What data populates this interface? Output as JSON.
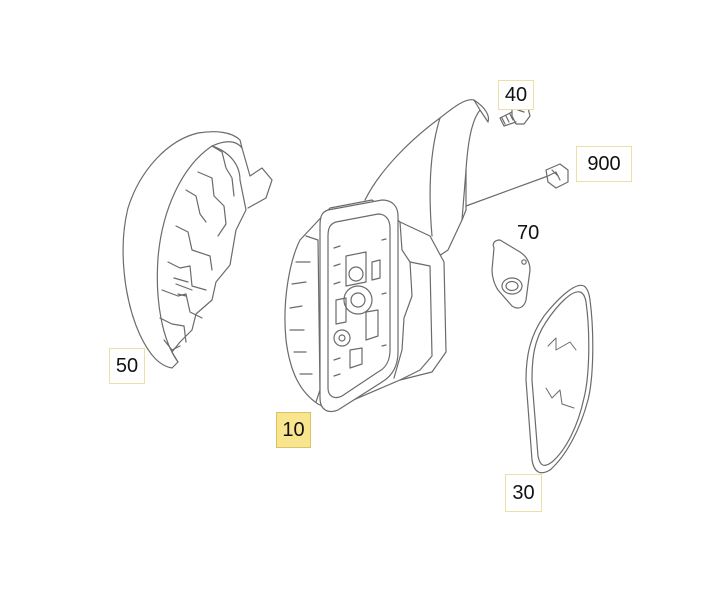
{
  "callouts": [
    {
      "id": "10",
      "label": "10",
      "selected": true
    },
    {
      "id": "30",
      "label": "30",
      "selected": false
    },
    {
      "id": "40",
      "label": "40",
      "selected": false
    },
    {
      "id": "50",
      "label": "50",
      "selected": false
    },
    {
      "id": "70",
      "label": "70",
      "selected": false
    },
    {
      "id": "900",
      "label": "900",
      "selected": false
    }
  ],
  "colors": {
    "stroke": "#6b6b6b",
    "fill": "#ffffff",
    "selected_callout": "#f9e58e"
  }
}
